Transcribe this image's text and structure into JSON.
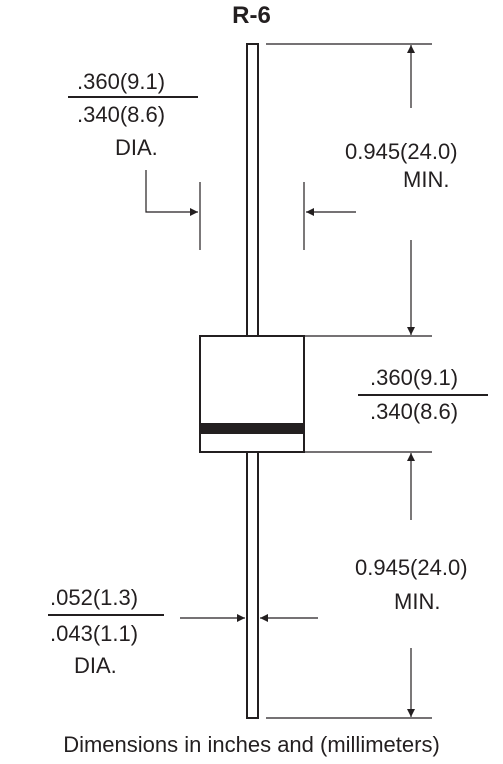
{
  "package_name": "R-6",
  "body_diameter": {
    "max": ".360(9.1)",
    "min": ".340(8.6)",
    "suffix": "DIA."
  },
  "body_length": {
    "max": ".360(9.1)",
    "min": ".340(8.6)"
  },
  "lead_length_top": {
    "value": "0.945(24.0)",
    "suffix": "MIN."
  },
  "lead_length_bottom": {
    "value": "0.945(24.0)",
    "suffix": "MIN."
  },
  "lead_diameter": {
    "max": ".052(1.3)",
    "min": ".043(1.1)",
    "suffix": "DIA."
  },
  "footer_note": "Dimensions in inches and (millimeters)",
  "colors": {
    "ink": "#231f20",
    "background": "#ffffff"
  }
}
